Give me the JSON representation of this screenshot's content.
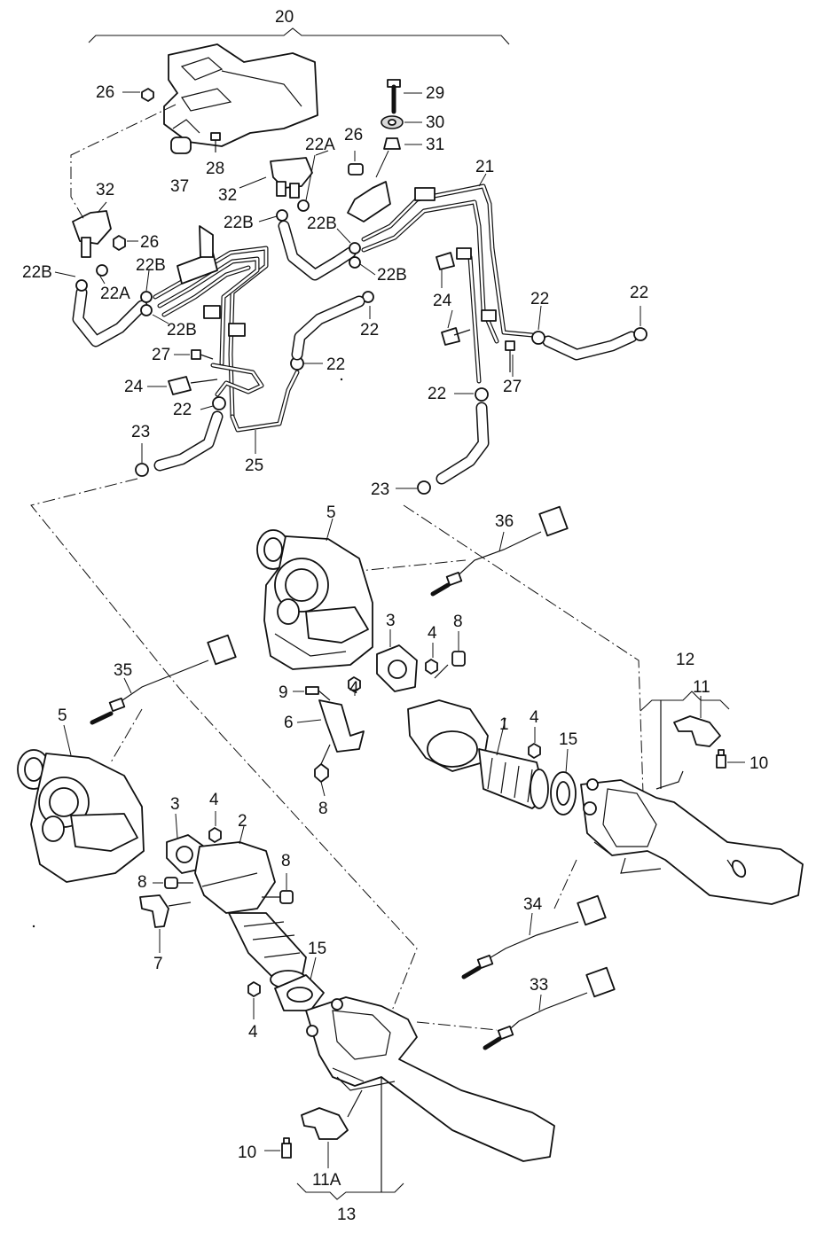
{
  "labels": {
    "l20": "20",
    "l26a": "26",
    "l29": "29",
    "l30": "30",
    "l31": "31",
    "l26b": "26",
    "l22Aa": "22A",
    "l28": "28",
    "l37": "37",
    "l32a": "32",
    "l32b": "32",
    "l26c": "26",
    "l21": "21",
    "l22Ba": "22B",
    "l22Bb": "22B",
    "l22Bc": "22B",
    "l22Bd": "22B",
    "l22Aa2": "22A",
    "l22Be": "22B",
    "l22Bf": "22B",
    "l24a": "24",
    "l22a": "22",
    "l22b": "22",
    "l22c": "22",
    "l27a": "27",
    "l22d": "22",
    "l24b": "24",
    "l22e": "22",
    "l27b": "27",
    "l22f": "22",
    "l23a": "23",
    "l25": "25",
    "l23b": "23",
    "l5a": "5",
    "l36": "36",
    "l3a": "3",
    "l4a": "4",
    "l8a": "8",
    "l9": "9",
    "l4b": "4",
    "l6": "6",
    "l8b": "8",
    "l35": "35",
    "l12": "12",
    "l11": "11",
    "l10a": "10",
    "l1": "1",
    "l4c": "4",
    "l15a": "15",
    "l5b": "5",
    "l3b": "3",
    "l4d": "4",
    "l2": "2",
    "l8c": "8",
    "l8d": "8",
    "l7": "7",
    "l34": "34",
    "l15b": "15",
    "l4e": "4",
    "l33": "33",
    "l10b": "10",
    "l11A": "11A",
    "l13": "13"
  },
  "icons": [
    "turbocharger-icon",
    "catalytic-converter-icon",
    "exhaust-pipe-icon",
    "temperature-sensor-icon",
    "hose-clamp-icon",
    "bolt-icon",
    "nut-icon",
    "bracket-icon",
    "pressure-sensor-icon",
    "hose-icon",
    "gasket-icon"
  ]
}
